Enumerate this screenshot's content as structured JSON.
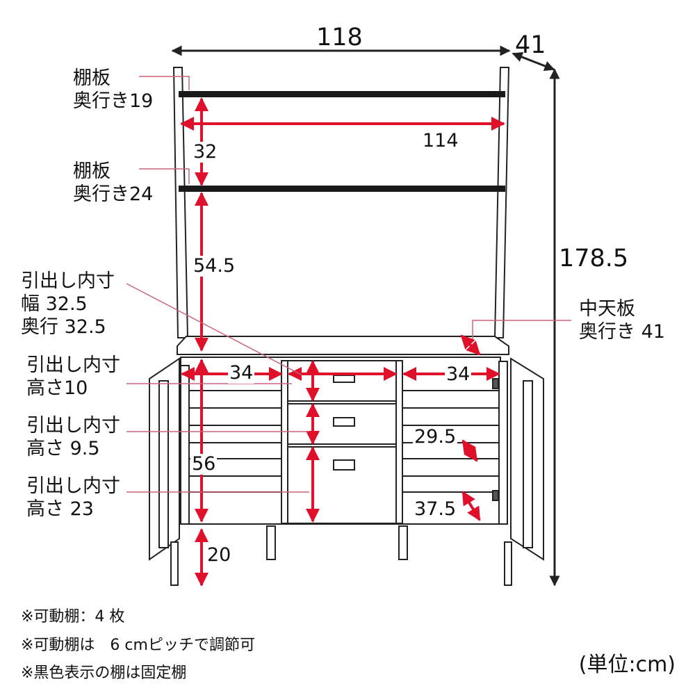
{
  "colors": {
    "line": "#222222",
    "dimension": "#e0102b",
    "leader": "#c9637a"
  },
  "overall": {
    "width": "118",
    "depth": "41",
    "height": "178.5"
  },
  "shelves": {
    "top_label": "棚板",
    "top_depth": "奥行き19",
    "lower_label": "棚板",
    "lower_depth": "奥行き24",
    "inner_width": "114",
    "gap_upper": "32",
    "gap_lower": "54.5"
  },
  "drawer_inner": {
    "title": "引出し内寸",
    "width": "幅 32.5",
    "depth": "奥行 32.5"
  },
  "drawer_heights": [
    {
      "title": "引出し内寸",
      "value": "高さ10"
    },
    {
      "title": "引出し内寸",
      "value": "高さ 9.5"
    },
    {
      "title": "引出し内寸",
      "value": "高さ 23"
    }
  ],
  "mid_board": {
    "title": "中天板",
    "depth": "奥行き 41"
  },
  "cabinet": {
    "left_width": "34",
    "right_width": "34",
    "left_height": "56",
    "right_depth_upper": "29.5",
    "right_depth_lower": "37.5",
    "leg_height": "20"
  },
  "notes": [
    "※可動棚：4 枚",
    "※可動棚は　6 cmピッチで調節可",
    "※黒色表示の棚は固定棚"
  ],
  "unit": "(単位:cm)"
}
